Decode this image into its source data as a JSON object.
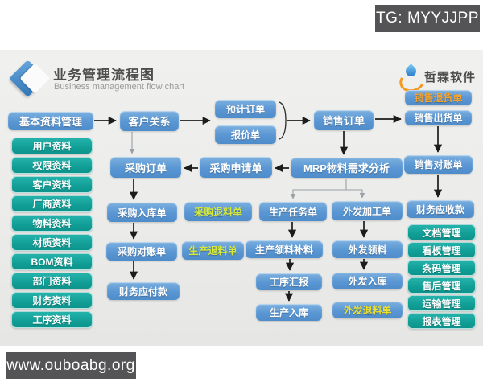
{
  "watermarks": {
    "tg_badge": "TG: MYYJJPP",
    "site_badge": "www.ouboabg.org"
  },
  "header": {
    "title": "业务管理流程图",
    "subtitle": "Business management flow chart",
    "logo_icon": "blue-diamond-icon"
  },
  "brand": {
    "name": "哲霖软件",
    "logo_icon": "water-drop-icon"
  },
  "sidebar": {
    "header": "基本资料管理",
    "items": [
      "用户资料",
      "权限资料",
      "客户资料",
      "厂商资料",
      "物料资料",
      "材质资料",
      "BOM资料",
      "部门资料",
      "财务资料",
      "工序资料"
    ]
  },
  "nodes": {
    "customer_relation": "客户关系",
    "forecast_order": "预计订单",
    "quotation": "报价单",
    "sales_order": "销售订单",
    "sales_return": "销售退货单",
    "sales_delivery": "销售出货单",
    "sales_statement": "销售对账单",
    "mrp": "MRP物料需求分析",
    "purchase_request": "采购申请单",
    "purchase_order": "采购订单",
    "purchase_inbound": "采购入库单",
    "purchase_return": "采购退料单",
    "production_task": "生产任务单",
    "outsource_process": "外发加工单",
    "finance_receivable": "财务应收款",
    "purchase_statement": "采购对账单",
    "production_return": "生产退料单",
    "production_picking": "生产领料补料",
    "outsource_picking": "外发领料",
    "finance_payable": "财务应付款",
    "process_report": "工序汇报",
    "outsource_inbound": "外发入库",
    "production_inbound": "生产入库",
    "outsource_return": "外发退料单"
  },
  "right_menu": {
    "items": [
      "文档管理",
      "看板管理",
      "条码管理",
      "售后管理",
      "运输管理",
      "报表管理"
    ]
  },
  "colors": {
    "node_blue": "#5996d3",
    "node_teal": "#14a39b",
    "badge_gray": "#545456",
    "highlight_orange": "#f6a22d",
    "highlight_lime": "#d6e83c",
    "highlight_yellow": "#eadf2e",
    "panel_background": "#ebebe9"
  }
}
